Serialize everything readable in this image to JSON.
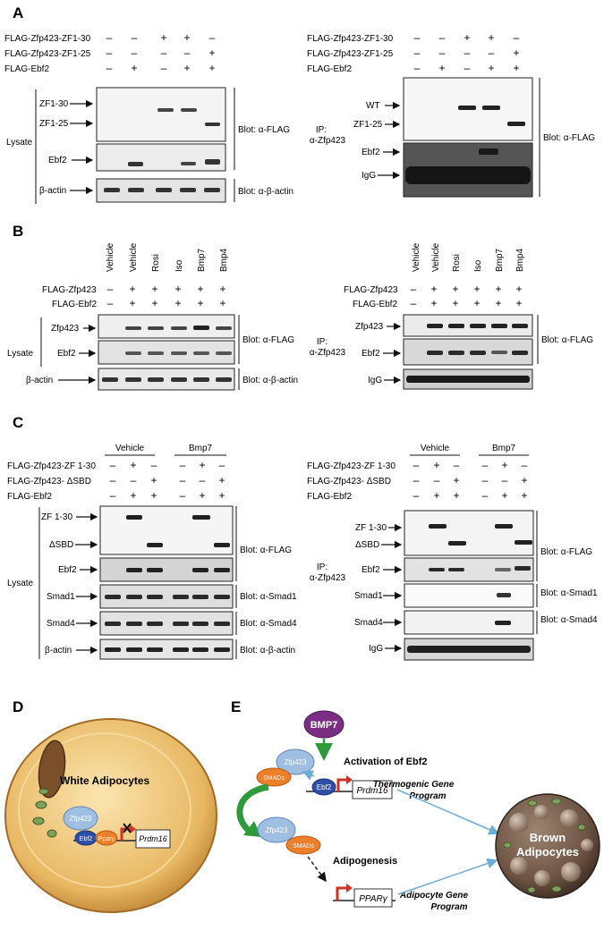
{
  "panelA": {
    "letter": "A",
    "left": {
      "rows": [
        {
          "label": "FLAG-Zfp423-ZF1-30",
          "signs": [
            "–",
            "–",
            "+",
            "+",
            "–"
          ]
        },
        {
          "label": "FLAG-Zfp423-ZF1-25",
          "signs": [
            "–",
            "–",
            "–",
            "–",
            "+"
          ]
        },
        {
          "label": "FLAG-Ebf2",
          "signs": [
            "–",
            "+",
            "–",
            "+",
            "+"
          ]
        }
      ],
      "group": "Lysate",
      "blot_labels": [
        "ZF1-30",
        "ZF1-25",
        "Ebf2",
        "β-actin"
      ],
      "blots": [
        "Blot: α-FLAG",
        "Blot: α-β-actin"
      ]
    },
    "right": {
      "rows": [
        {
          "label": "FLAG-Zfp423-ZF1-30",
          "signs": [
            "–",
            "–",
            "+",
            "+",
            "–"
          ]
        },
        {
          "label": "FLAG-Zfp423-ZF1-25",
          "signs": [
            "–",
            "–",
            "–",
            "–",
            "+"
          ]
        },
        {
          "label": "FLAG-Ebf2",
          "signs": [
            "–",
            "+",
            "–",
            "+",
            "+"
          ]
        }
      ],
      "ip": [
        "IP:",
        "α-Zfp423"
      ],
      "blot_labels": [
        "WT",
        "ZF1-25",
        "Ebf2",
        "IgG"
      ],
      "blots": [
        "Blot: α-FLAG"
      ]
    }
  },
  "panelB": {
    "letter": "B",
    "treatments": [
      "Vehicle",
      "Vehicle",
      "Rosi",
      "Iso",
      "Bmp7",
      "Bmp4"
    ],
    "rows": [
      {
        "label": "FLAG-Zfp423",
        "signs": [
          "–",
          "+",
          "+",
          "+",
          "+",
          "+"
        ]
      },
      {
        "label": "FLAG-Ebf2",
        "signs": [
          "–",
          "+",
          "+",
          "+",
          "+",
          "+"
        ]
      }
    ],
    "left": {
      "group": "Lysate",
      "blot_labels": [
        "Zfp423",
        "Ebf2",
        "β-actin"
      ],
      "blots": [
        "Blot: α-FLAG",
        "Blot: α-β-actin"
      ]
    },
    "right": {
      "ip": [
        "IP:",
        "α-Zfp423"
      ],
      "blot_labels": [
        "Zfp423",
        "Ebf2",
        "IgG"
      ],
      "blots": [
        "Blot: α-FLAG"
      ]
    }
  },
  "panelC": {
    "letter": "C",
    "groups": [
      "Vehicle",
      "Bmp7"
    ],
    "rows": [
      {
        "label": "FLAG-Zfp423-ZF 1-30",
        "signs": [
          "–",
          "+",
          "–",
          "–",
          "+",
          "–"
        ]
      },
      {
        "label": "FLAG-Zfp423- ΔSBD",
        "signs": [
          "–",
          "–",
          "+",
          "–",
          "–",
          "+"
        ]
      },
      {
        "label": "FLAG-Ebf2",
        "signs": [
          "–",
          "+",
          "+",
          "–",
          "+",
          "+"
        ]
      }
    ],
    "left": {
      "group": "Lysate",
      "blot_labels": [
        "ZF 1-30",
        "ΔSBD",
        "Ebf2",
        "Smad1",
        "Smad4",
        "β-actin"
      ],
      "blots": [
        "Blot: α-FLAG",
        "Blot: α-Smad1",
        "Blot: α-Smad4",
        "Blot: α-β-actin"
      ]
    },
    "right": {
      "ip": [
        "IP:",
        "α-Zfp423"
      ],
      "blot_labels": [
        "ZF 1-30",
        "ΔSBD",
        "Ebf2",
        "Smad1",
        "Smad4",
        "IgG"
      ],
      "blots": [
        "Blot: α-FLAG",
        "Blot: α-Smad1",
        "Blot: α-Smad4"
      ]
    }
  },
  "panelD": {
    "letter": "D",
    "cell_title": "White Adipocytes",
    "zfp": "Zfp423",
    "ebf2": "Ebf2",
    "ppar": "Pparγ",
    "gene": "Prdm16"
  },
  "panelE": {
    "letter": "E",
    "bmp7": "BMP7",
    "zfp": "Zfp423",
    "smads": "SMADs",
    "ebf2": "Ebf2",
    "prdm16": "Prdm16",
    "pparg": "PPARγ",
    "activation": "Activation of Ebf2",
    "adipogenesis": "Adipogenesis",
    "thermogenic": [
      "Thermogenic Gene",
      "Program"
    ],
    "adipocyte_prog": [
      "Adipocyte Gene",
      "Program"
    ],
    "brown": [
      "Brown",
      "Adipocytes"
    ]
  }
}
